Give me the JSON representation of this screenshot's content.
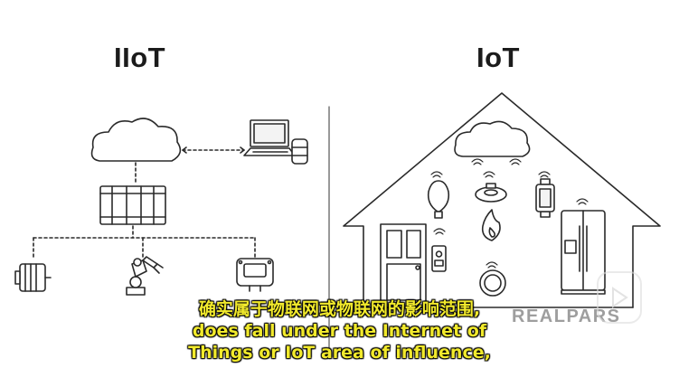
{
  "titles": {
    "left": "IIoT",
    "right": "IoT"
  },
  "logo": {
    "text": "REALPARS"
  },
  "subtitles": {
    "line1": "确实属于物联网或物联网的影响范围,",
    "line2": "does fall under the Internet of",
    "line3": "Things or IoT area of influence,"
  },
  "icons": {
    "left": [
      "cloud-icon",
      "computer-icon",
      "database-icon",
      "controller-icon",
      "motor-icon",
      "robot-arm-icon",
      "sensor-icon"
    ],
    "right": [
      "house-icon",
      "cloud-icon",
      "lightbulb-icon",
      "smoke-detector-icon",
      "smartwatch-icon",
      "fire-icon",
      "door-icon",
      "intercom-icon",
      "thermostat-icon",
      "refrigerator-icon"
    ]
  },
  "colors": {
    "line": "#2a2a2a",
    "subtitle": "#f2ea2c",
    "logo": "#9e9e9e"
  }
}
